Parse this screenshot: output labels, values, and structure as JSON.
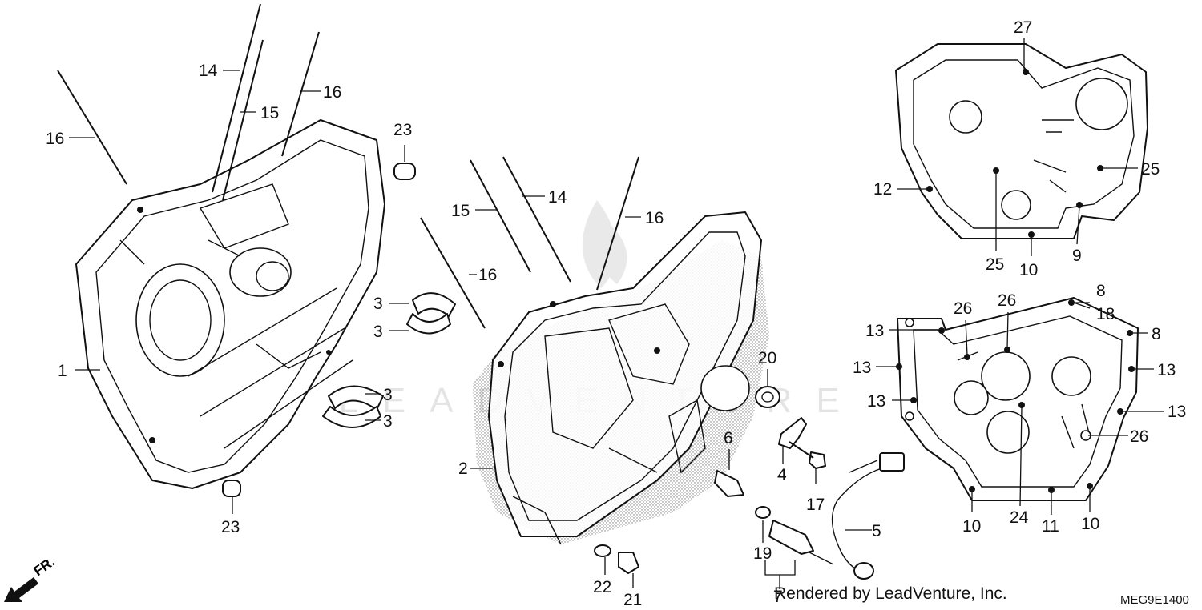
{
  "diagram": {
    "callouts": [
      "1",
      "2",
      "3",
      "4",
      "5",
      "6",
      "7",
      "8",
      "9",
      "10",
      "11",
      "12",
      "13",
      "14",
      "15",
      "16",
      "17",
      "18",
      "19",
      "20",
      "21",
      "22",
      "23",
      "24",
      "25",
      "26",
      "27"
    ],
    "watermark": "LEADVENTURE",
    "rendered_by": "Rendered by LeadVenture, Inc.",
    "reference_code": "MEG9E1400",
    "direction_label": "FR.",
    "icons": [
      "front-direction-arrow-icon",
      "leadventure-flame-watermark-icon"
    ]
  }
}
